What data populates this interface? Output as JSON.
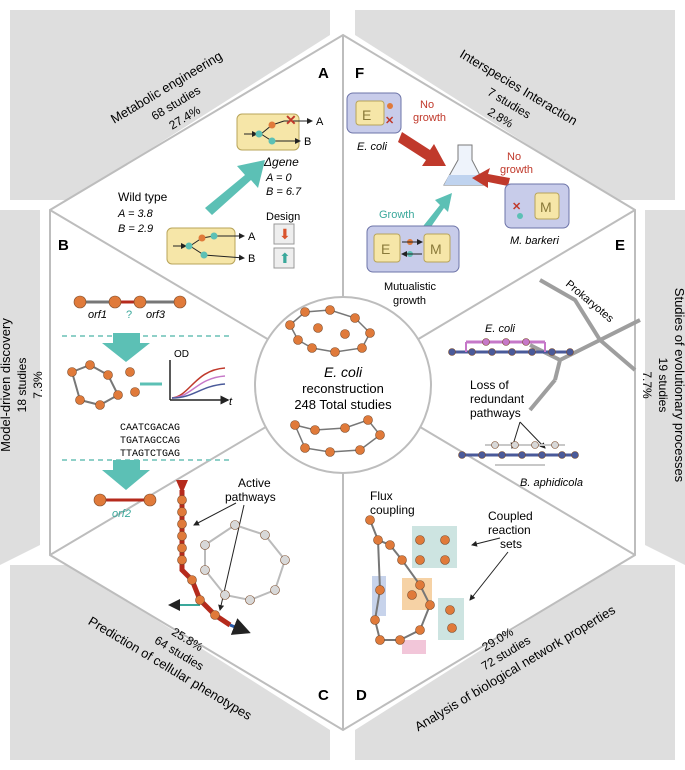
{
  "center": {
    "title_italic": "E. coli",
    "line2": "reconstruction",
    "line3": "248 Total studies"
  },
  "sections": {
    "A": {
      "letter": "A",
      "title": "Metabolic engineering",
      "studies": "68 studies",
      "percent": "27.4%"
    },
    "F": {
      "letter": "F",
      "title": "Interspecies Interaction",
      "studies": "7 studies",
      "percent": "2.8%"
    },
    "E": {
      "letter": "E",
      "title": "Studies of evolutionary processes",
      "studies": "19 studies",
      "percent": "7.7%"
    },
    "D": {
      "letter": "D",
      "title": "Analysis of biological network properties",
      "studies": "72 studies",
      "percent": "29.0%"
    },
    "C": {
      "letter": "C",
      "title": "Prediction of cellular phenotypes",
      "studies": "64 studies",
      "percent": "25.8%"
    },
    "B": {
      "letter": "B",
      "title": "Model-driven discovery",
      "studies": "18 studies",
      "percent": "7.3%"
    }
  },
  "panelA": {
    "delta_gene": "Δgene",
    "a_zero": "A = 0",
    "b_six": "B = 6.7",
    "wild_type": "Wild type",
    "a_val": "A = 3.8",
    "b_val": "B = 2.9",
    "design": "Design",
    "out_a": "A",
    "out_b": "B"
  },
  "panelF": {
    "ecoli": "E. coli",
    "mbarkeri": "M. barkeri",
    "no_growth_1": "No",
    "no_growth_1b": "growth",
    "no_growth_2": "No",
    "no_growth_2b": "growth",
    "growth": "Growth",
    "mutualistic": "Mutualistic",
    "mutualistic_b": "growth",
    "box_e": "E",
    "box_m": "M"
  },
  "panelE": {
    "prokaryotes": "Prokaryotes",
    "ecoli": "E. coli",
    "loss1": "Loss of",
    "loss2": "redundant",
    "loss3": "pathways",
    "baphid": "B. aphidicola"
  },
  "panelD": {
    "flux1": "Flux",
    "flux2": "coupling",
    "coupled1": "Coupled",
    "coupled2": "reaction",
    "coupled3": "sets"
  },
  "panelC": {
    "active1": "Active",
    "active2": "pathways"
  },
  "panelB": {
    "orf1": "orf1",
    "q": "?",
    "orf3": "orf3",
    "orf2": "orf2",
    "od": "OD",
    "t": "t",
    "seq1": "CAATCGACAG",
    "seq2": "TGATAGCCAG",
    "seq3": "TTAGTCTGAG"
  },
  "colors": {
    "node": "#e07a3a",
    "teal": "#5cc0b5",
    "box": "#f6e6a8",
    "panel_grey": "#dcdcdc",
    "arrow_red": "#c0392b",
    "purple": "#c678c8",
    "navy": "#4a5a9a"
  }
}
